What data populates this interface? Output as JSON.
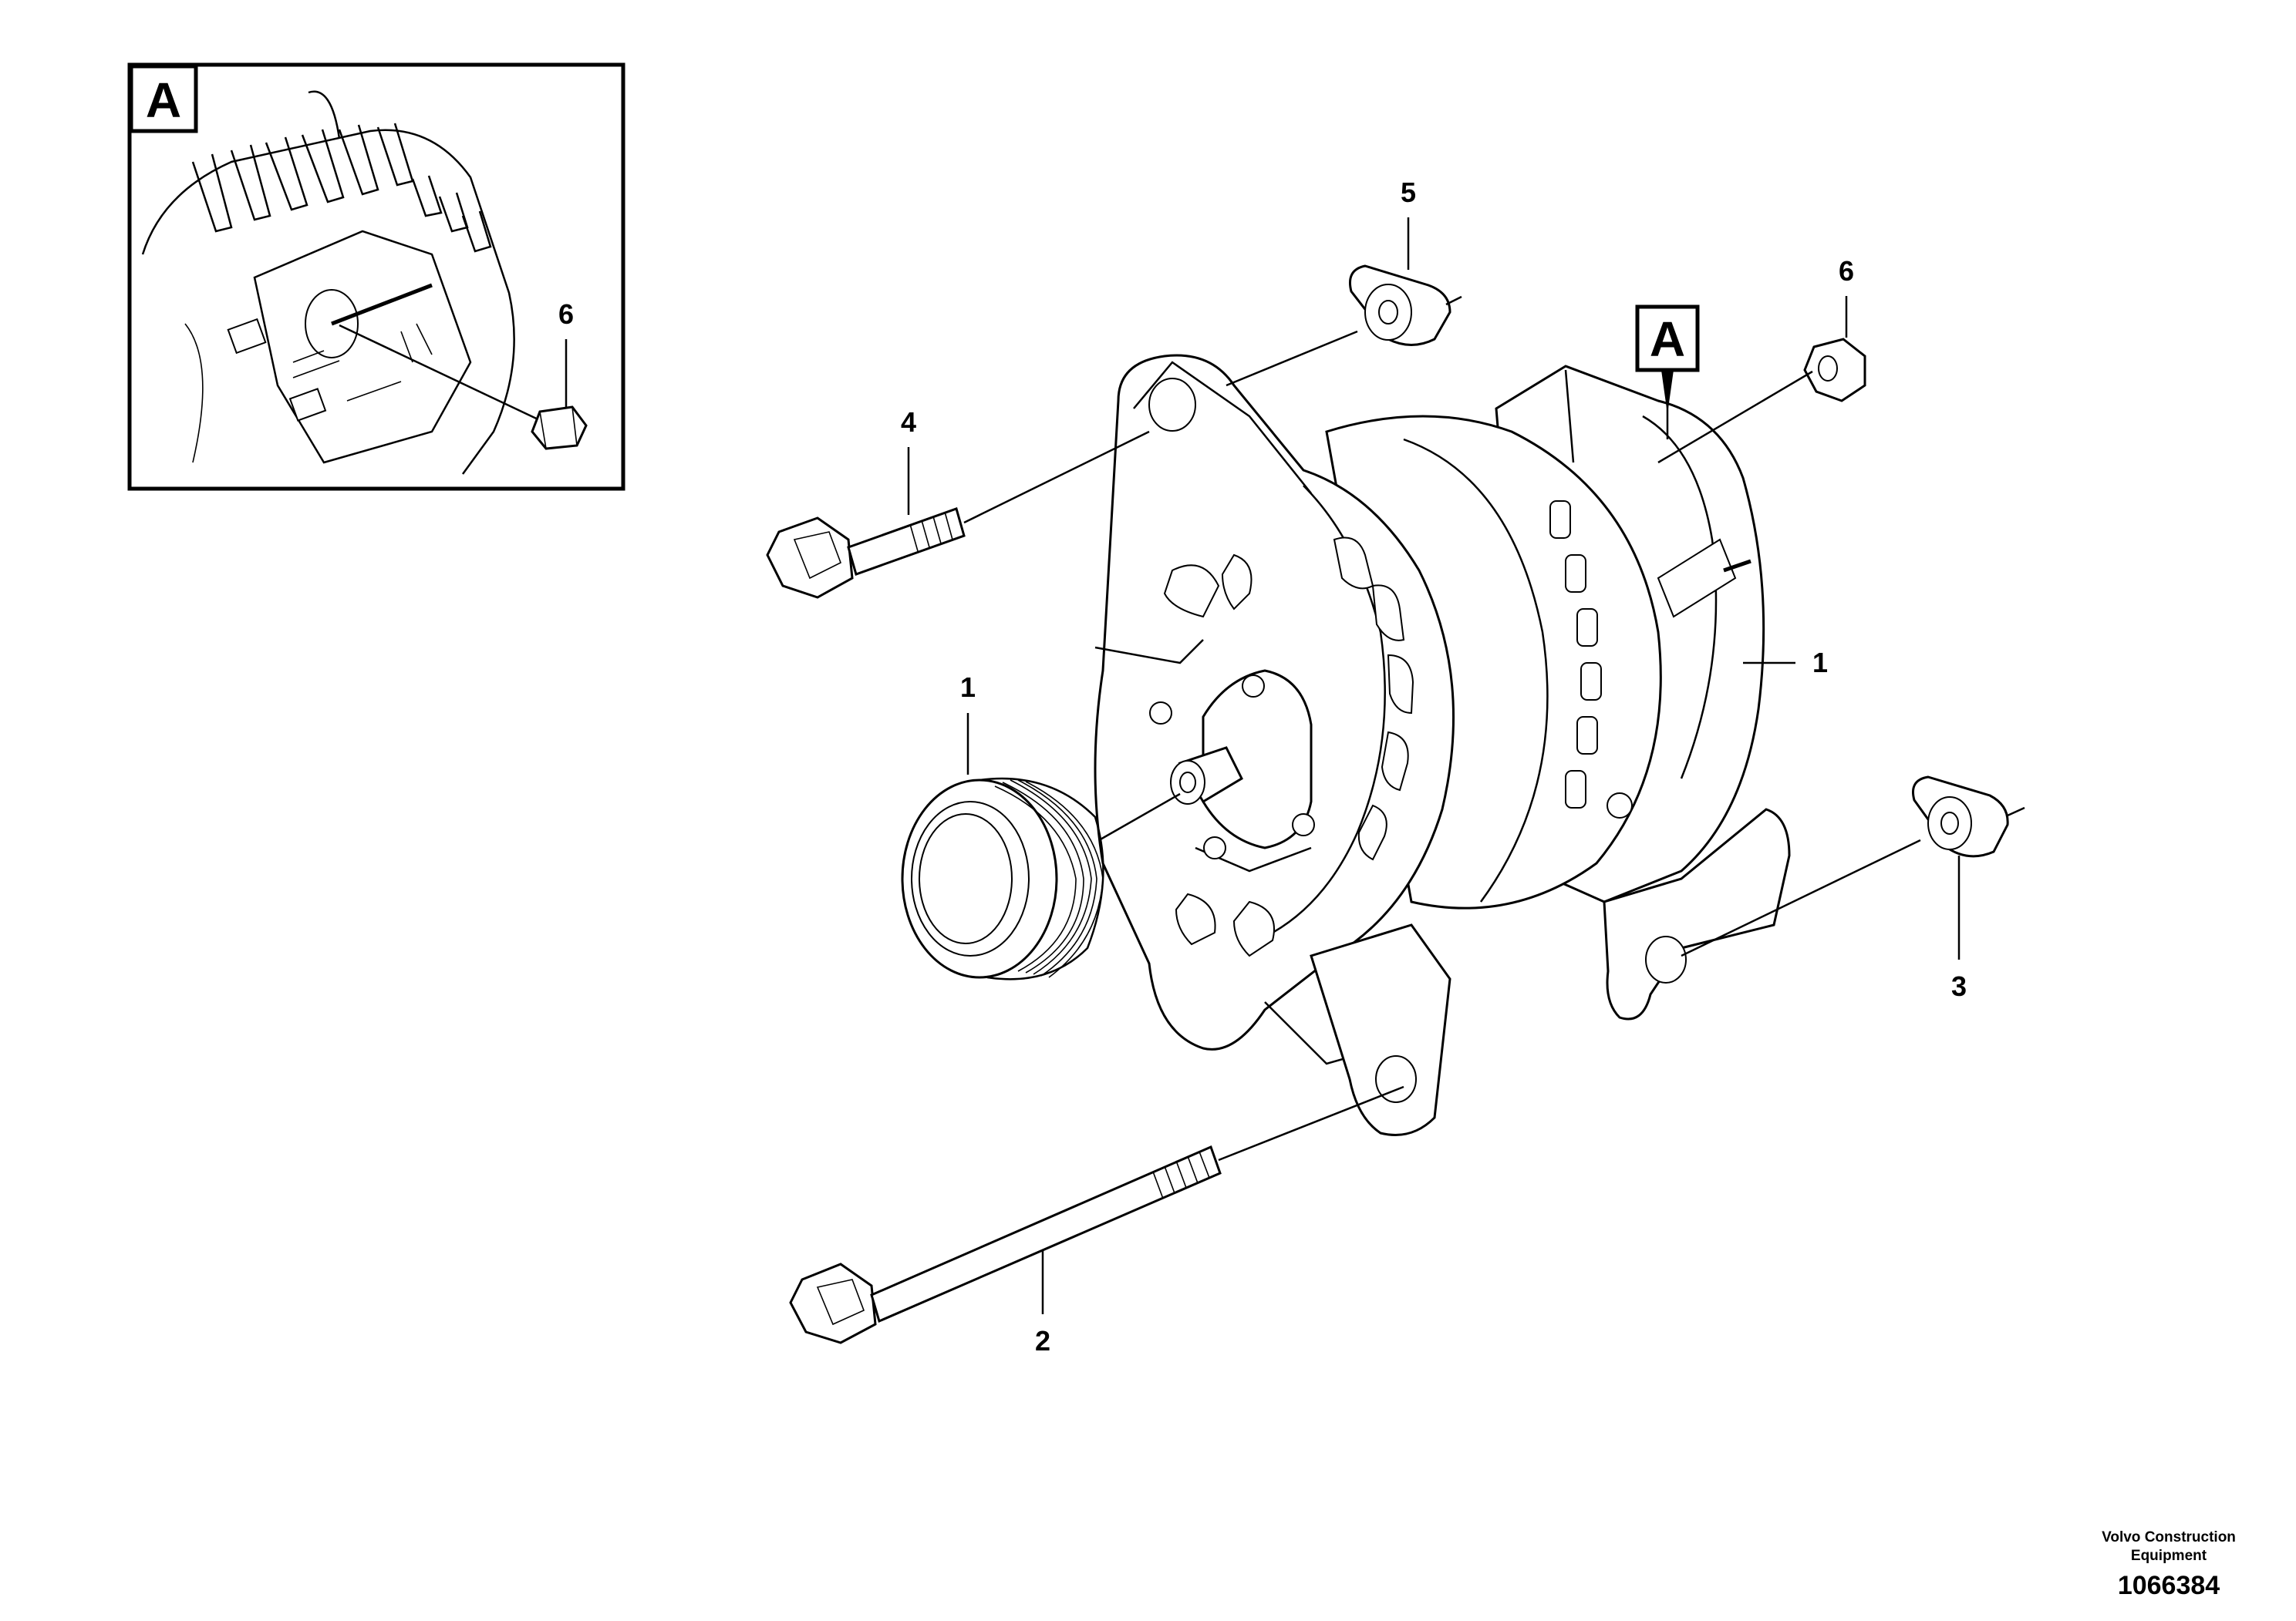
{
  "detail_view": {
    "letter": "A",
    "callouts": [
      "6"
    ]
  },
  "main_view": {
    "detail_marker": "A",
    "callouts": {
      "item_1_alternator": "1",
      "item_1_pulley": "1",
      "item_2": "2",
      "item_3": "3",
      "item_4": "4",
      "item_5": "5",
      "item_6": "6"
    }
  },
  "footer": {
    "brand_line1": "Volvo Construction",
    "brand_line2": "Equipment",
    "drawing_number": "1066384"
  }
}
